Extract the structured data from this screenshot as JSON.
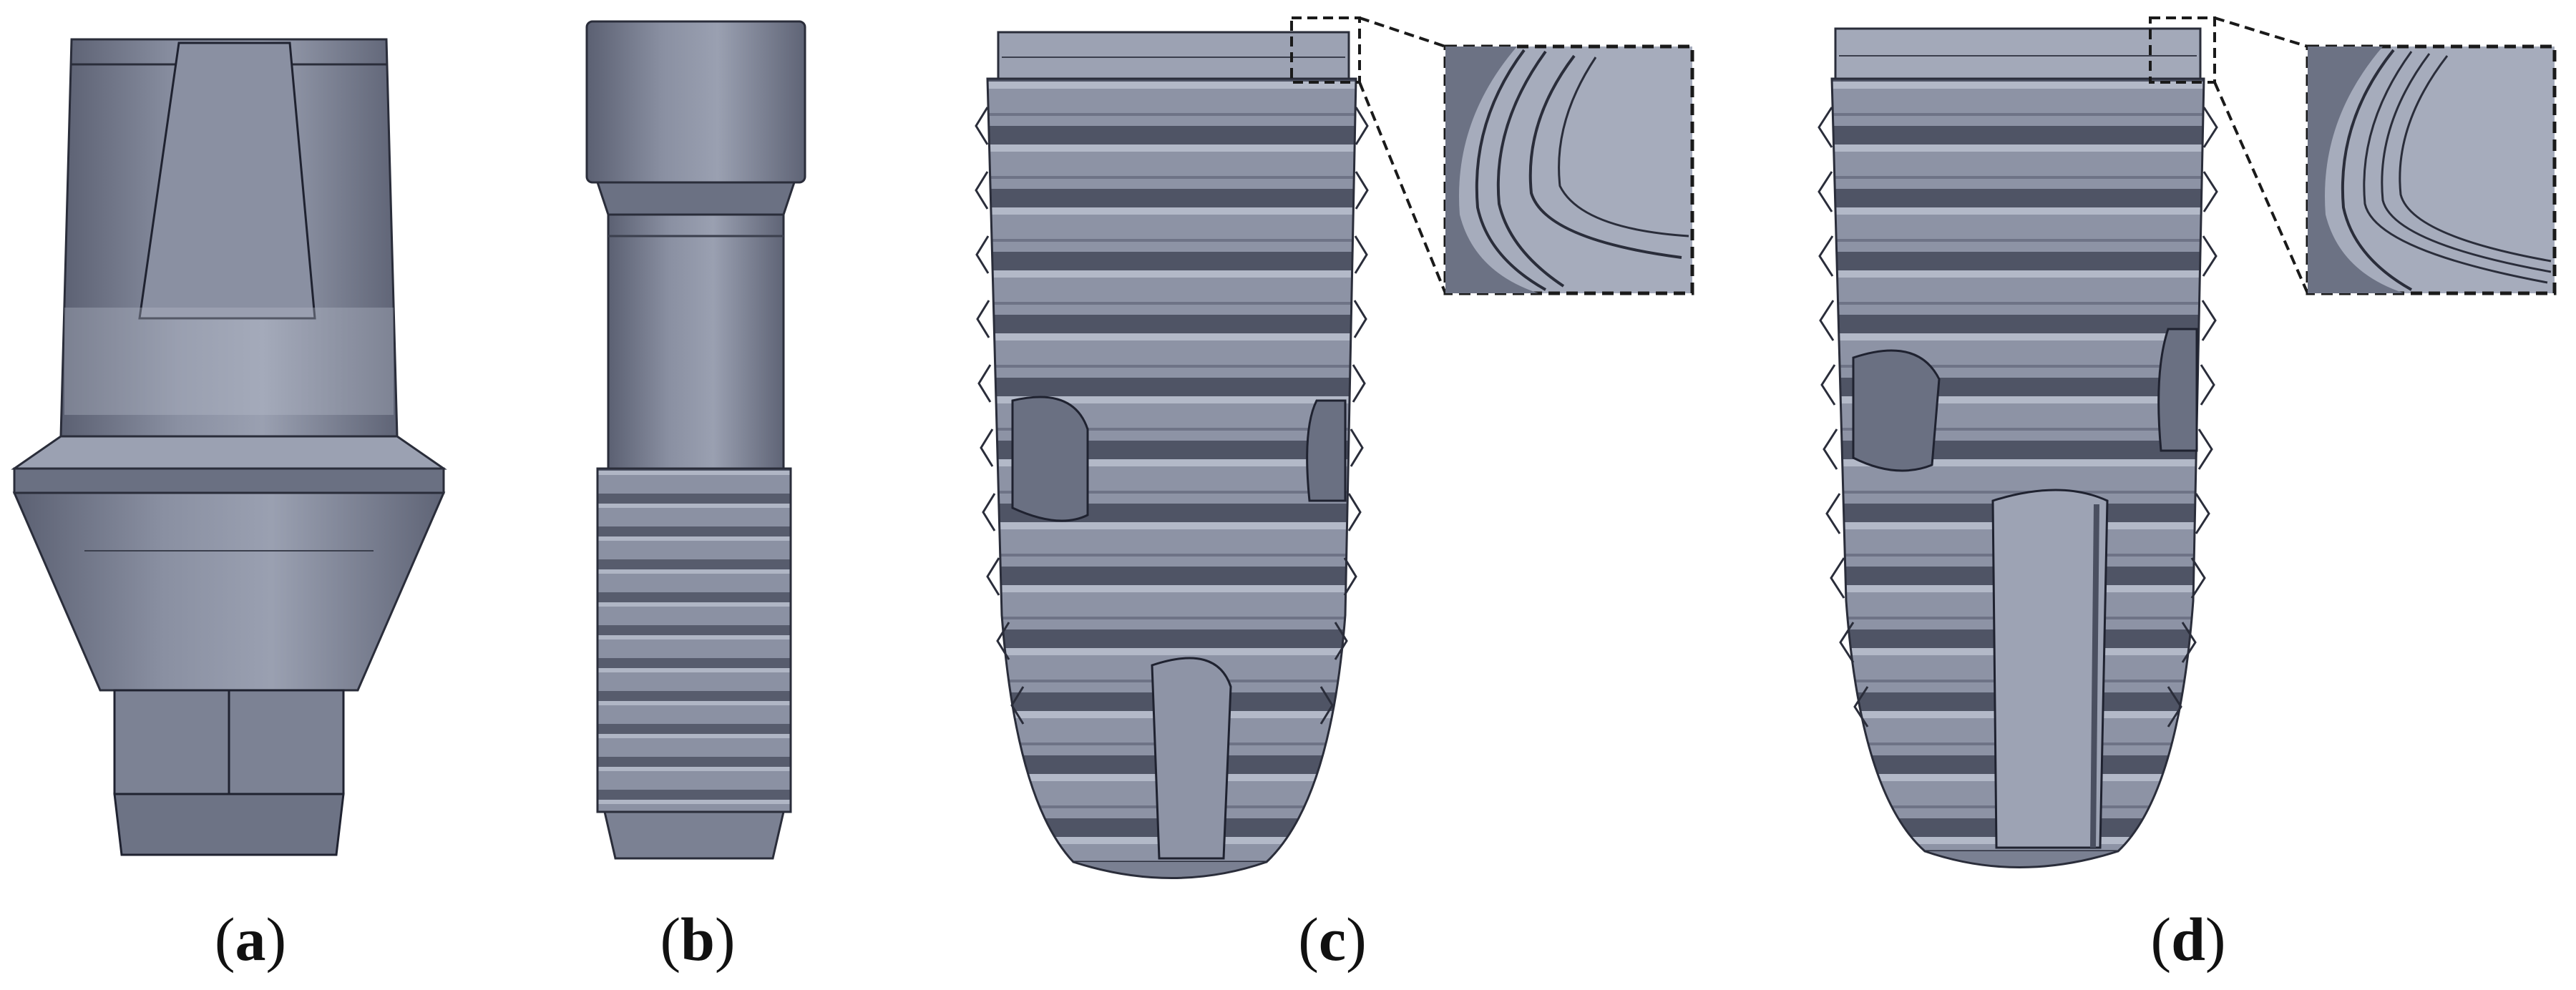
{
  "figure": {
    "colors": {
      "metal_body": "#7f8597",
      "metal_dark": "#4c5162",
      "metal_light": "#a7adbd",
      "edge": "#1f2230",
      "zoom_frame": "#1a1a1a"
    },
    "panels": [
      {
        "id": "a",
        "open": "(",
        "letter": "a",
        "close": ")"
      },
      {
        "id": "b",
        "open": "(",
        "letter": "b",
        "close": ")"
      },
      {
        "id": "c",
        "open": "(",
        "letter": "c",
        "close": ")"
      },
      {
        "id": "d",
        "open": "(",
        "letter": "d",
        "close": ")"
      }
    ]
  }
}
